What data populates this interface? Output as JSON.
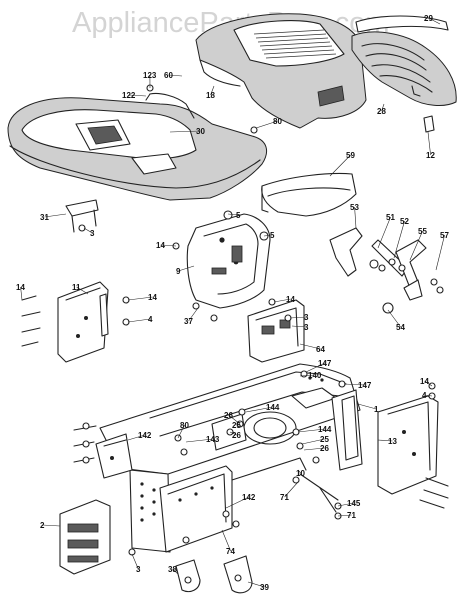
{
  "watermark": "AppliancePartsPros.com",
  "diagram": {
    "labels": [
      "29",
      "60",
      "123",
      "122",
      "18",
      "30",
      "80",
      "28",
      "12",
      "59",
      "5",
      "5",
      "14",
      "9",
      "53",
      "51",
      "52",
      "55",
      "57",
      "54",
      "11",
      "14",
      "14",
      "4",
      "37",
      "14",
      "3",
      "3",
      "64",
      "147",
      "140",
      "147",
      "14",
      "4",
      "1",
      "13",
      "144",
      "26",
      "25",
      "26",
      "143",
      "80",
      "142",
      "2",
      "144",
      "25",
      "26",
      "10",
      "71",
      "145",
      "71",
      "142",
      "74",
      "3",
      "38",
      "39",
      "31",
      "3"
    ]
  }
}
